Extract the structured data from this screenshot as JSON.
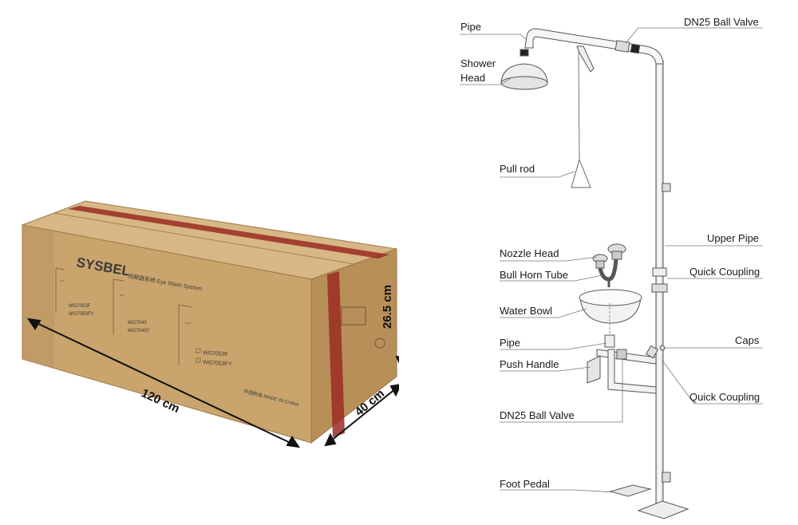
{
  "box": {
    "brand": "SYSBEL",
    "product_line": "洗眼器系统 Eye Wash System",
    "model_1": "WG7053F",
    "model_2": "WG7053FY",
    "origin": "中国制造 MADE IN CHINA",
    "dim_length": "120 cm",
    "dim_width": "40 cm",
    "dim_height": "26.5 cm"
  },
  "labels": {
    "pipe_top": "Pipe",
    "dn25_top": "DN25 Ball Valve",
    "shower_head_1": "Shower",
    "shower_head_2": "Head",
    "pull_rod": "Pull rod",
    "upper_pipe": "Upper Pipe",
    "nozzle_head": "Nozzle Head",
    "quick_coupling_1": "Quick Coupling",
    "bull_horn_tube": "Bull Horn Tube",
    "water_bowl": "Water Bowl",
    "pipe_lower": "Pipe",
    "caps": "Caps",
    "push_handle": "Push Handle",
    "quick_coupling_2": "Quick Coupling",
    "dn25_lower": "DN25 Ball Valve",
    "foot_pedal": "Foot Pedal"
  },
  "colors": {
    "cardboard": "#c8a46d",
    "cardboard_dark": "#a98450",
    "tape": "#9b2b22",
    "pipe": "#f4f4f4",
    "outline": "#555555"
  }
}
